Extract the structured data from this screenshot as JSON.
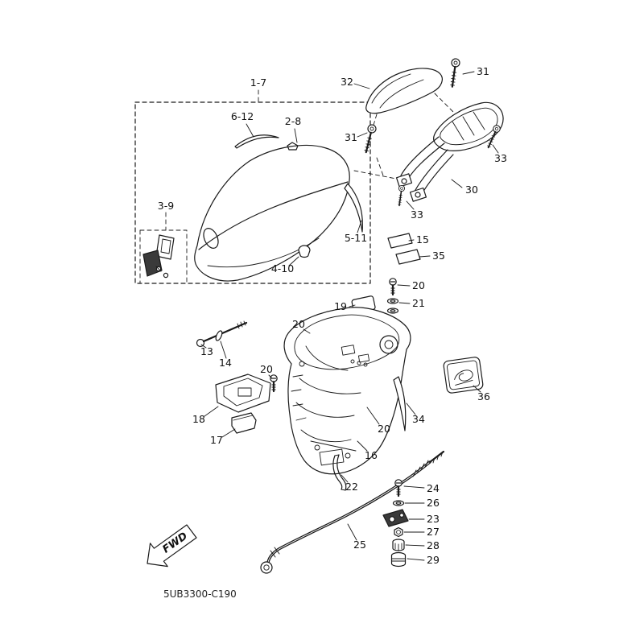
{
  "diagram": {
    "part_code": "5UB3300-C190",
    "fwd_label": "FWD",
    "callouts": {
      "c1_7": "1-7",
      "c2_8": "2-8",
      "c3_9": "3-9",
      "c4_10": "4-10",
      "c5_11": "5-11",
      "c6_12": "6-12",
      "c13": "13",
      "c14": "14",
      "c15": "15",
      "c16": "16",
      "c17": "17",
      "c18": "18",
      "c19": "19",
      "c20": "20",
      "c21": "21",
      "c22": "22",
      "c23": "23",
      "c24": "24",
      "c25": "25",
      "c26": "26",
      "c27": "27",
      "c28": "28",
      "c29": "29",
      "c30": "30",
      "c31": "31",
      "c32": "32",
      "c33": "33",
      "c34": "34",
      "c35": "35",
      "c36": "36"
    }
  }
}
